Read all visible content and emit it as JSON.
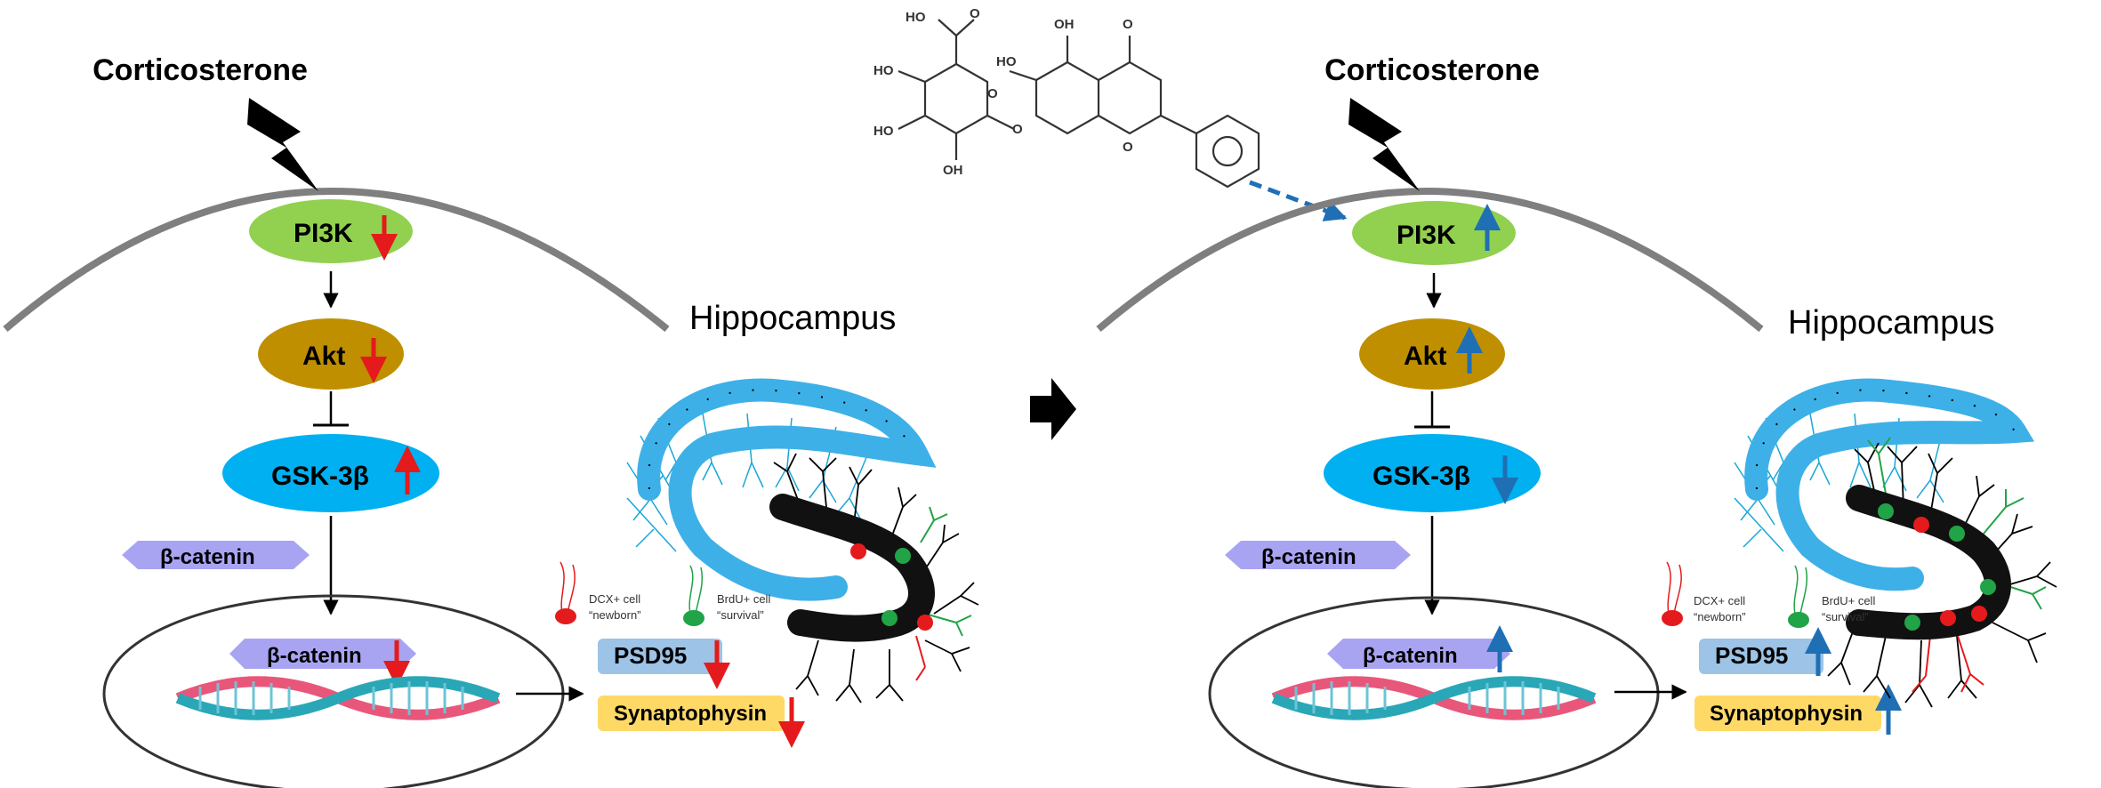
{
  "stimulus": "Corticosterone",
  "region": "Hippocampus",
  "compound_labels": {
    "ho": "HO",
    "oh": "OH",
    "o": "O"
  },
  "molecules": {
    "pi3k": "PI3K",
    "akt": "Akt",
    "gsk": "GSK-3β",
    "bcatenin": "β-catenin",
    "psd95": "PSD95",
    "synaptophysin": "Synaptophysin"
  },
  "legend": {
    "dcx_line1": "DCX+ cell",
    "dcx_line2": "“newborn”",
    "brdu_line1": "BrdU+ cell",
    "brdu_line2": "“survival”"
  },
  "colors": {
    "pi3k": "#92d050",
    "akt": "#bf8f00",
    "gsk": "#00b0f0",
    "bcatenin": "#a9a4f2",
    "psd95": "#9dc3e6",
    "synaptophysin": "#ffd966",
    "arrow_down": "#e41a1c",
    "arrow_up": "#1f6fb5",
    "dcx": "#e41a1c",
    "brdu": "#21a348",
    "granule": "#3eb0e8",
    "dendrite": "#1aa7d8"
  },
  "panels": [
    {
      "side": "left",
      "condition": "corticosterone",
      "changes": {
        "pi3k": "down",
        "akt": "down",
        "gsk": "up",
        "bcatenin": "down",
        "psd95": "down",
        "synaptophysin": "down"
      }
    },
    {
      "side": "right",
      "condition": "corticosterone + compound",
      "changes": {
        "pi3k": "up",
        "akt": "up",
        "gsk": "down",
        "bcatenin": "up",
        "psd95": "up",
        "synaptophysin": "up"
      }
    }
  ]
}
